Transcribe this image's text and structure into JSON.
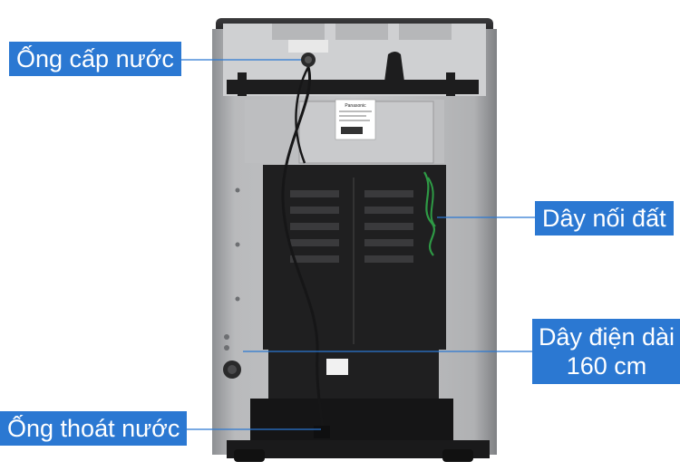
{
  "labels": {
    "water_inlet": "Ống cấp nước",
    "ground_wire": "Dây nối đất",
    "power_cord": "Dây điện dài 160 cm",
    "drain_hose": "Ống thoát nước"
  },
  "product_sticker": {
    "brand": "Panasonic"
  },
  "colors": {
    "callout": "#2b78d2",
    "machine_body": "#a9aaac",
    "back_panel": "#1e1e1e",
    "ground_wire": "#2e9a45"
  }
}
